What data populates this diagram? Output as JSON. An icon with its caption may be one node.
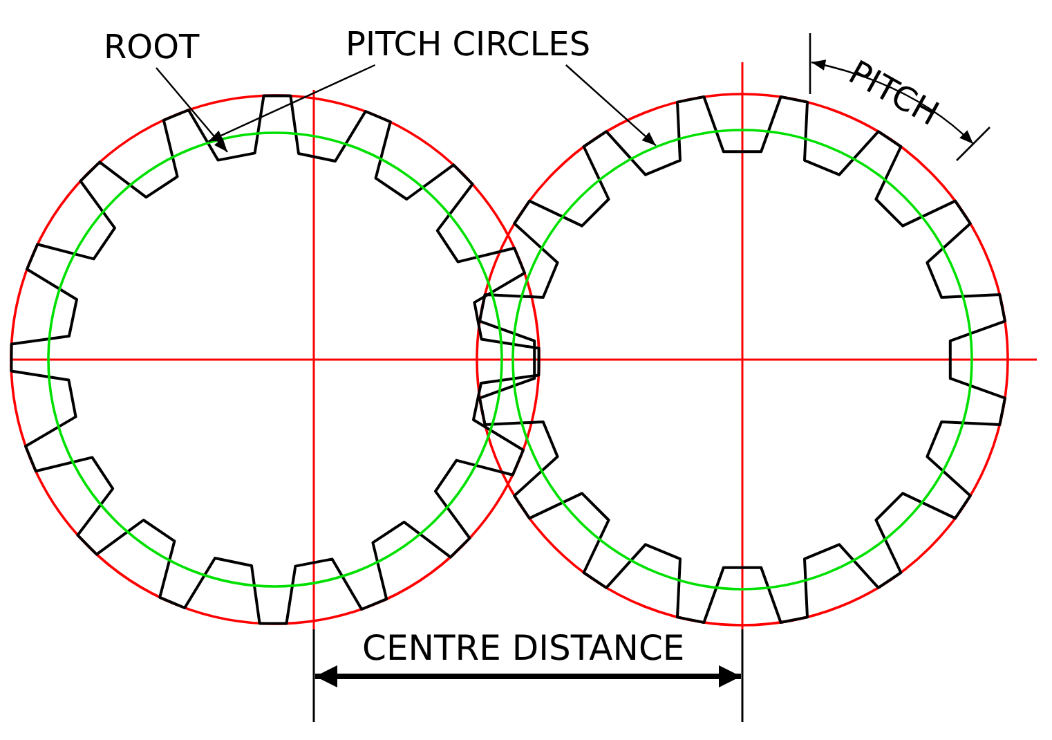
{
  "diagram": {
    "nodes": [
      {
        "text": [
          "ROOT"
        ]
      },
      {
        "text": [
          "PITCH CIRCLES"
        ]
      },
      {
        "text": [],
        "shape": "picture"
      },
      {
        "text": [],
        "shape": "circle",
        "in": 2
      },
      {
        "text": [],
        "shape": "circle"
      }
    ],
    "edges": [
      {
        "from": 0,
        "to": 2,
        "arrow": "to"
      },
      {
        "from": 1,
        "to": 3,
        "arrow": "to"
      },
      {
        "from": 1,
        "to": 4,
        "arrow": "to"
      }
    ],
    "labels": [
      "PITCH",
      "CENTRE DISTANCE"
    ]
  }
}
